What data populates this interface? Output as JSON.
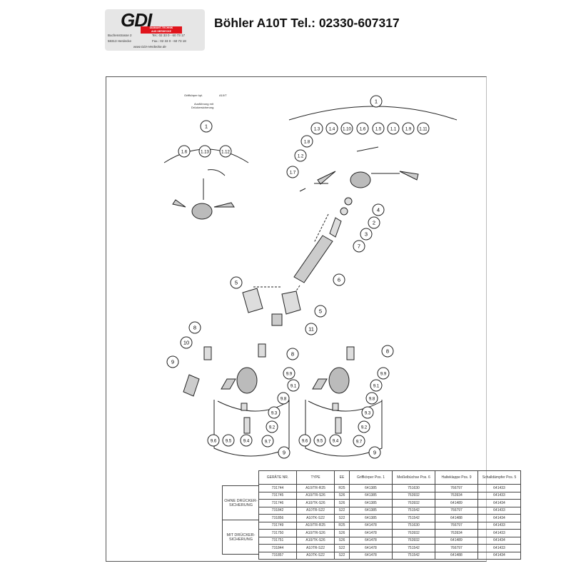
{
  "logo": {
    "brand": "GDI",
    "tagline1": "DIAMANT-TECHNIK",
    "tagline2": "AUS HERDECKE",
    "street": "Buchenstrasse 2",
    "city": "58313 Herdecke",
    "tel": "Tel.: 02 33 0 - 60 73 17",
    "fax": "Fax.: 02 33 0 - 60 73 18",
    "web": "www.GDI-Herdecke.de"
  },
  "title": "Böhler A10T Tel.: 02330-607317",
  "diagram": {
    "caption1": "Griffkörper kpl.",
    "caption2": "A10/T",
    "caption3": "Ausführung mit",
    "caption4": "Drückersicherung",
    "callouts": [
      "1",
      "1.6",
      "1.13",
      "1.12",
      "1",
      "1.3",
      "1.4",
      "1.10",
      "1.6",
      "1.5",
      "1.1",
      "1.9",
      "1.11",
      "1.8",
      "1.2",
      "1.7",
      "4",
      "2",
      "3",
      "7",
      "6",
      "5",
      "5",
      "11",
      "8",
      "10",
      "9",
      "8",
      "8",
      "9.9",
      "9.1",
      "9.8",
      "9.3",
      "9.2",
      "9.7",
      "9.6",
      "9.5",
      "9.4",
      "9",
      "9.9",
      "9.1",
      "9.8",
      "9.3",
      "9.2",
      "9.7",
      "9.6",
      "9.5",
      "9.4",
      "9"
    ]
  },
  "table": {
    "headers": [
      "GERÄTE NR.",
      "TYPE",
      "EE",
      "Griffkörper Pos. 1",
      "Meißelbüchse Pos. 6",
      "Halteklappe Pos. 9",
      "Schalldämpfer Pos. 5"
    ],
    "groups": [
      "OHNE DRÜCKER-SICHERUNG",
      "MIT DRÜCKER-SICHERUNG"
    ],
    "rows": [
      [
        "731744",
        "A10/TR-R25",
        "R25",
        "641385",
        "751630",
        "766797",
        "641433"
      ],
      [
        "731745",
        "A10/TR-S26",
        "S26",
        "641385",
        "763932",
        "763934",
        "641433"
      ],
      [
        "731746",
        "A10/TK-S26",
        "S26",
        "641385",
        "763932",
        "641489",
        "641434"
      ],
      [
        "731842",
        "A10TR-S22",
        "S22",
        "641385",
        "751542",
        "766797",
        "641433"
      ],
      [
        "731856",
        "A10TK-S22",
        "S22",
        "641385",
        "751542",
        "641488",
        "641434"
      ],
      [
        "731749",
        "A10/TR-R25",
        "R25",
        "641478",
        "751630",
        "766797",
        "641433"
      ],
      [
        "731750",
        "A10/TR-S26",
        "S26",
        "641478",
        "763932",
        "763934",
        "641433"
      ],
      [
        "731751",
        "A10/TK-S26",
        "S26",
        "641478",
        "763932",
        "641489",
        "641434"
      ],
      [
        "731844",
        "A10TR-S22",
        "S22",
        "641478",
        "751542",
        "766797",
        "641433"
      ],
      [
        "731857",
        "A10TK-S22",
        "S22",
        "641478",
        "751542",
        "641488",
        "641434"
      ]
    ]
  }
}
